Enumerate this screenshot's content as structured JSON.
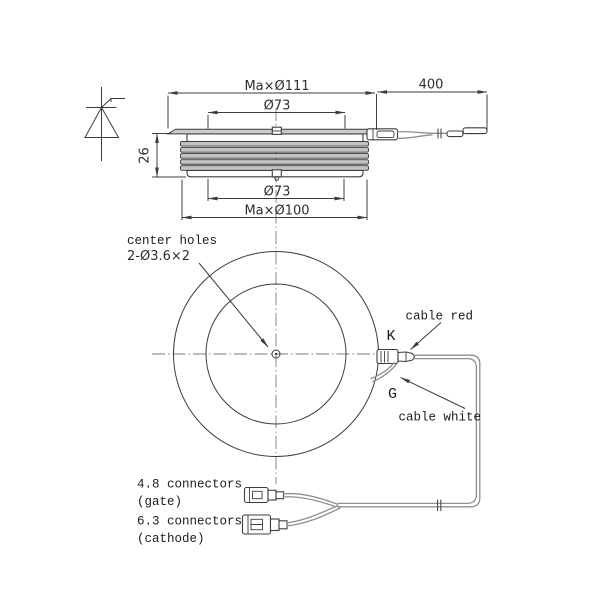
{
  "side_view": {
    "dim_max_top": "Ma×Ø111",
    "dim_face_top": "Ø73",
    "dim_height": "26",
    "dim_lead_length": "400",
    "dim_face_bottom": "Ø73",
    "dim_max_bottom": "Ma×Ø100"
  },
  "top_view": {
    "center_holes_label": "center holes",
    "center_holes_spec": "2-Ø3.6×2",
    "cathode_label": "K",
    "gate_label": "G",
    "cable_red_label": "cable red",
    "cable_white_label": "cable white"
  },
  "cable_assembly": {
    "gate_connector_line1": "4.8 connectors",
    "gate_connector_line2": "(gate)",
    "cathode_connector_line1": "6.3 connectors",
    "cathode_connector_line2": "(cathode)"
  },
  "colors": {
    "line": "#3d3d3d",
    "cable": "#8f8f8f",
    "metal_fill": "#cbcbcb",
    "background": "#ffffff"
  }
}
